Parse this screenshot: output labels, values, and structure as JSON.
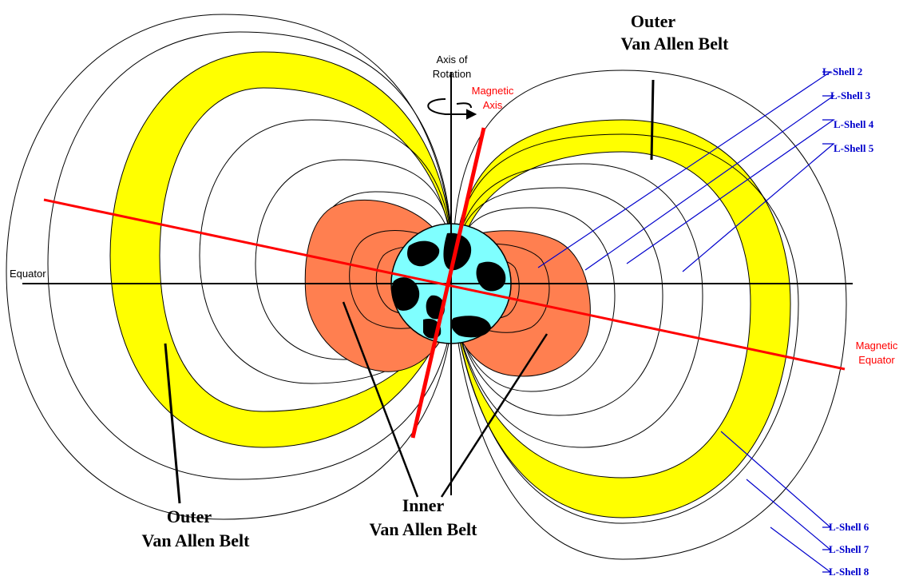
{
  "labels": {
    "equator": "Equator",
    "axis_rotation_line1": "Axis of",
    "axis_rotation_line2": "Rotation",
    "magnetic_axis_line1": "Magnetic",
    "magnetic_axis_line2": "Axis",
    "magnetic_equator_line1": "Magnetic",
    "magnetic_equator_line2": "Equator",
    "outer_belt_top_line1": "Outer",
    "outer_belt_top_line2": "Van Allen Belt",
    "outer_belt_bottom_line1": "Outer",
    "outer_belt_bottom_line2": "Van Allen Belt",
    "inner_belt_line1": "Inner",
    "inner_belt_line2": "Van Allen Belt"
  },
  "l_shells": {
    "shell2": "L-Shell 2",
    "shell3": "L-Shell 3",
    "shell4": "L-Shell 4",
    "shell5": "L-Shell 5",
    "shell6": "L-Shell 6",
    "shell7": "L-Shell 7",
    "shell8": "L-Shell 8"
  },
  "colors": {
    "outer_belt": "#ffff00",
    "inner_belt": "#ff7f50",
    "earth_ocean": "#7fffff",
    "earth_land": "#000000",
    "magnetic": "#ff0000",
    "shell_labels": "#0000cc"
  }
}
